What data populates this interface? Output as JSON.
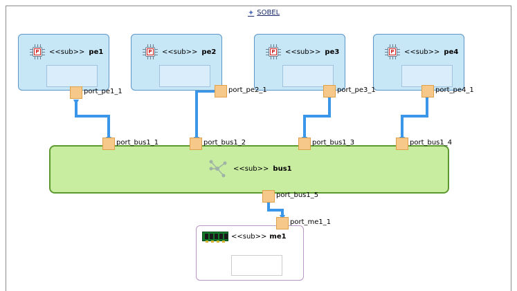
{
  "diagram": {
    "title": "SOBEL",
    "title_icon": "diamond-icon"
  },
  "processors": [
    {
      "id": "pe1",
      "stereotype": "<<sub>>",
      "name": "pe1",
      "icon": "cpu-chip-icon",
      "icon_letter": "P",
      "port": "port_pe1_1"
    },
    {
      "id": "pe2",
      "stereotype": "<<sub>>",
      "name": "pe2",
      "icon": "cpu-chip-icon",
      "icon_letter": "P",
      "port": "port_pe2_1"
    },
    {
      "id": "pe3",
      "stereotype": "<<sub>>",
      "name": "pe3",
      "icon": "cpu-chip-icon",
      "icon_letter": "P",
      "port": "port_pe3_1"
    },
    {
      "id": "pe4",
      "stereotype": "<<sub>>",
      "name": "pe4",
      "icon": "cpu-chip-icon",
      "icon_letter": "P",
      "port": "port_pe4_1"
    }
  ],
  "bus": {
    "stereotype": "<<sub>>",
    "name": "bus1",
    "icon": "bus-connector-icon",
    "ports": [
      "port_bus1_1",
      "port_bus1_2",
      "port_bus1_3",
      "port_bus1_4",
      "port_bus1_5"
    ]
  },
  "memory": {
    "stereotype": "<<sub>>",
    "name": "me1",
    "icon": "ram-module-icon",
    "port": "port_me1_1"
  },
  "colors": {
    "processor_fill": "#c7e6f6",
    "processor_border": "#5b95c8",
    "bus_fill": "#c8eca0",
    "bus_border": "#5c9a2e",
    "memory_border": "#b996c4",
    "port_fill": "#f6c98a",
    "connector": "#3a96e8"
  }
}
